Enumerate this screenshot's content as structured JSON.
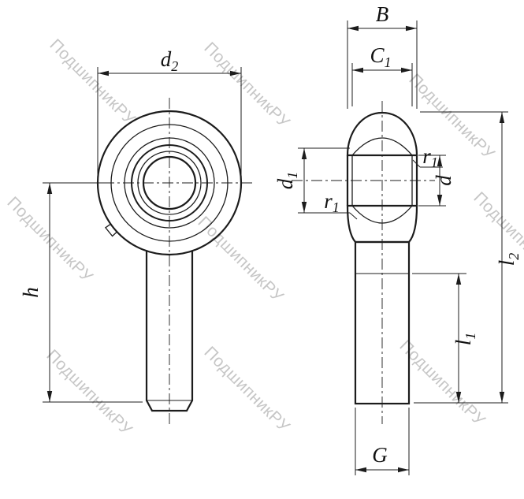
{
  "watermark": {
    "text": "ПодшипникРУ"
  },
  "drawing": {
    "subject": "rod-end-bearing-technical-drawing"
  },
  "dimensions": {
    "d2": {
      "base": "d",
      "sub": "2"
    },
    "B": {
      "base": "B",
      "sub": ""
    },
    "C1": {
      "base": "C",
      "sub": "1"
    },
    "d1": {
      "base": "d",
      "sub": "1"
    },
    "d": {
      "base": "d",
      "sub": ""
    },
    "r1_top": {
      "base": "r",
      "sub": "1"
    },
    "r1_bottom": {
      "base": "r",
      "sub": "1"
    },
    "h": {
      "base": "h",
      "sub": ""
    },
    "l1": {
      "base": "l",
      "sub": "1"
    },
    "l2": {
      "base": "l",
      "sub": "2"
    },
    "G": {
      "base": "G",
      "sub": ""
    }
  },
  "colors": {
    "line": "#1c1c1c",
    "watermark": "#b9b9b9",
    "background": "#ffffff"
  }
}
